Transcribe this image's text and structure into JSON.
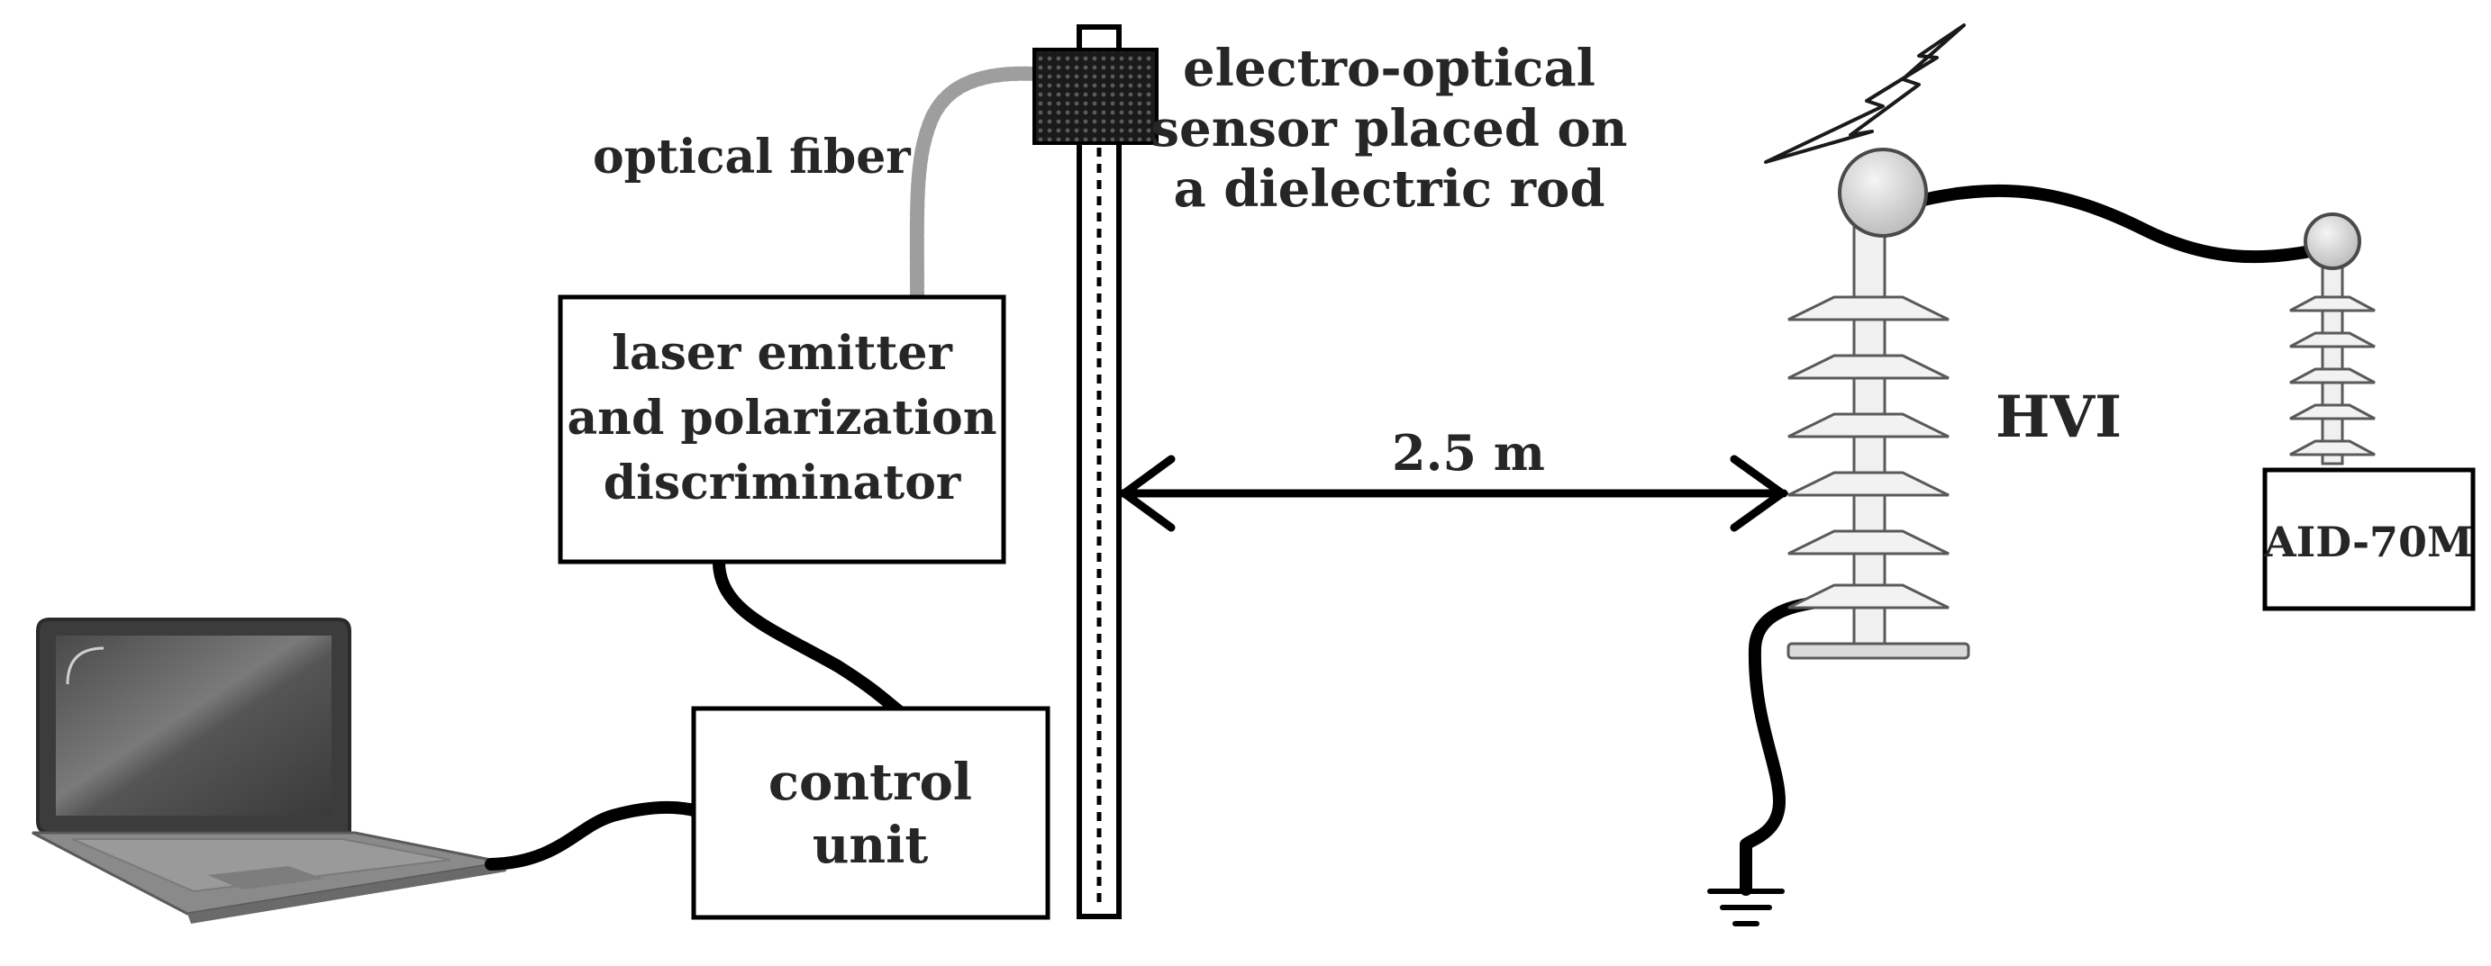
{
  "labels": {
    "optical_fiber": "optical fiber",
    "sensor_line1": "electro-optical",
    "sensor_line2": "sensor placed on",
    "sensor_line3": "a dielectric rod",
    "laser_line1": "laser emitter",
    "laser_line2": "and polarization",
    "laser_line3": "discriminator",
    "control_line1": "control",
    "control_line2": "unit",
    "distance": "2.5 m",
    "hvi": "HVI",
    "aid": "AID-70M"
  }
}
